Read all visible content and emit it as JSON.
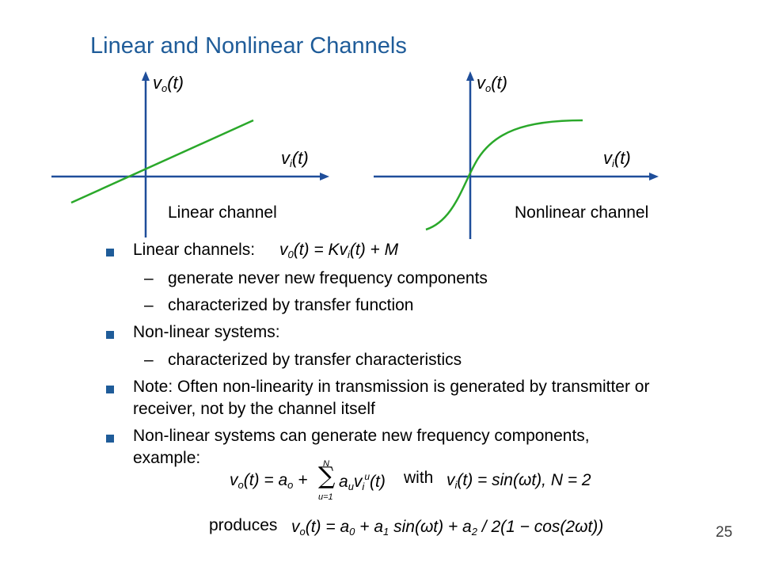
{
  "title": "Linear and Nonlinear Channels",
  "diagrams": {
    "left": {
      "y_label": "vo(t)",
      "x_label": "vi(t)",
      "caption": "Linear channel"
    },
    "right": {
      "y_label": "vo(t)",
      "x_label": "vi(t)",
      "caption": "Nonlinear channel"
    }
  },
  "bullets": {
    "b1": "Linear channels:",
    "b1_eq": "v0(t) = Kvi(t) + M",
    "b1_sub1": "generate never new frequency components",
    "b1_sub2": "characterized by transfer function",
    "b2": "Non-linear systems:",
    "b2_sub1": "characterized by transfer characteristics",
    "b3_line1": "Note: Often non-linearity in transmission is generated by transmitter or",
    "b3_line2": "receiver, not by the channel itself",
    "b4_line1": "Non-linear systems can generate new frequency components,",
    "b4_line2": "example:"
  },
  "equations": {
    "eq1_with": "with",
    "eq2_produces": "produces",
    "sum_top": "N",
    "sum_bottom": "u=1"
  },
  "page_number": "25",
  "colors": {
    "title": "#1f5c99",
    "axis": "#1f4e9a",
    "curve": "#2aa82a",
    "bullet": "#1f5c99"
  }
}
